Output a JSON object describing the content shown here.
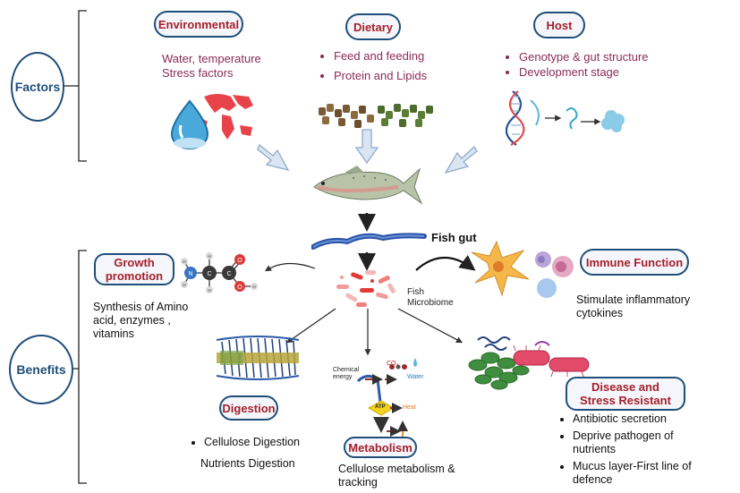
{
  "factors": {
    "label": "Factors",
    "environmental": {
      "title": "Environmental",
      "lines": [
        "Water, temperature",
        "Stress factors"
      ]
    },
    "dietary": {
      "title": "Dietary",
      "items": [
        "Feed and feeding",
        "Protein and Lipids"
      ]
    },
    "host": {
      "title": "Host",
      "items": [
        "Genotype & gut structure",
        "Development stage"
      ]
    }
  },
  "center": {
    "fish_gut": "Fish gut",
    "microbiome_lines": [
      "Fish",
      "Microbiome"
    ]
  },
  "benefits": {
    "label": "Benefits",
    "growth": {
      "title_lines": [
        "Growth",
        "promotion"
      ],
      "text_lines": [
        "Synthesis of Amino",
        "acid, enzymes ,",
        "vitamins"
      ]
    },
    "immune": {
      "title": "Immune Function",
      "text_lines": [
        "Stimulate inflammatory",
        "cytokines"
      ]
    },
    "digestion": {
      "title": "Digestion",
      "items": [
        "Cellulose Digestion"
      ],
      "plain": "Nutrients Digestion"
    },
    "metabolism": {
      "title": "Metabolism",
      "text_lines": [
        "Cellulose metabolism &",
        "tracking"
      ],
      "diagram": {
        "chemical": [
          "Chemical",
          "energy"
        ],
        "co2": "CO",
        "co2_sub": "2",
        "water": "Water",
        "atp": "ATP",
        "heat": "Heat"
      }
    },
    "disease": {
      "title_lines": [
        "Disease and",
        "Stress Resistant"
      ],
      "items": [
        "Antibiotic secretion",
        "Deprive pathogen of nutrients",
        "Mucus layer-First line of defence"
      ]
    }
  },
  "molecule": {
    "n": "N",
    "c1": "C",
    "c2": "C",
    "o1": "O",
    "o2": "O",
    "h": "H"
  },
  "colors": {
    "navy": "#1f4e79",
    "title_red": "#a5202a",
    "purple_text": "#8a2b56",
    "arrow_fill": "#dbe5f1",
    "arrow_stroke": "#8fa9cc"
  }
}
